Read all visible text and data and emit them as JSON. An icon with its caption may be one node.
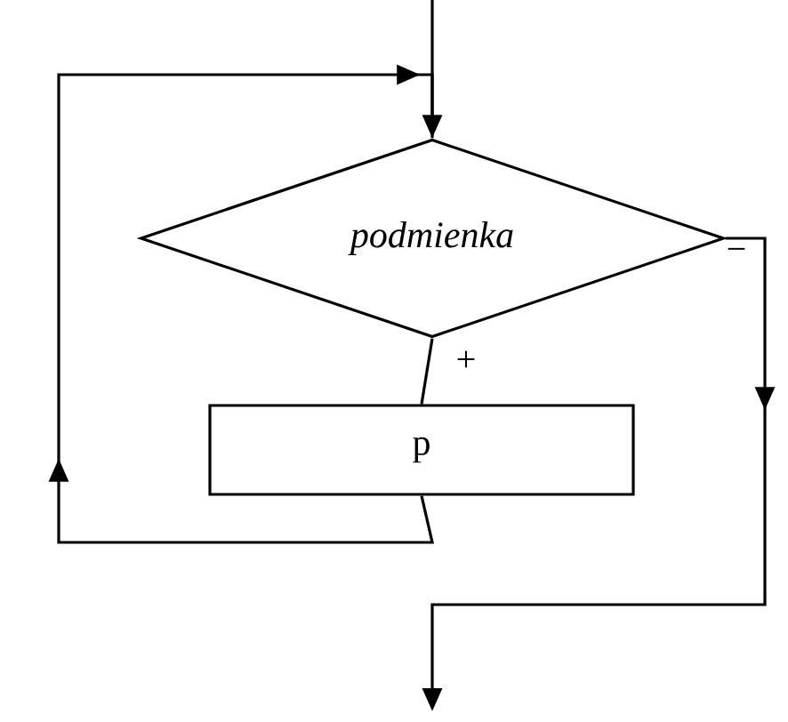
{
  "diagram": {
    "nodes": [
      {
        "text": [
          "podmienka"
        ]
      },
      {
        "text": [
          "p"
        ]
      }
    ],
    "edges": [
      {
        "from": null,
        "to": 0,
        "arrow": "to"
      },
      {
        "from": 0,
        "to": 1,
        "arrow": "none",
        "label": "+"
      },
      {
        "from": 1,
        "to": 0,
        "arrow": "to"
      },
      {
        "from": 0,
        "to": null,
        "arrow": "to",
        "label": "−"
      }
    ]
  }
}
